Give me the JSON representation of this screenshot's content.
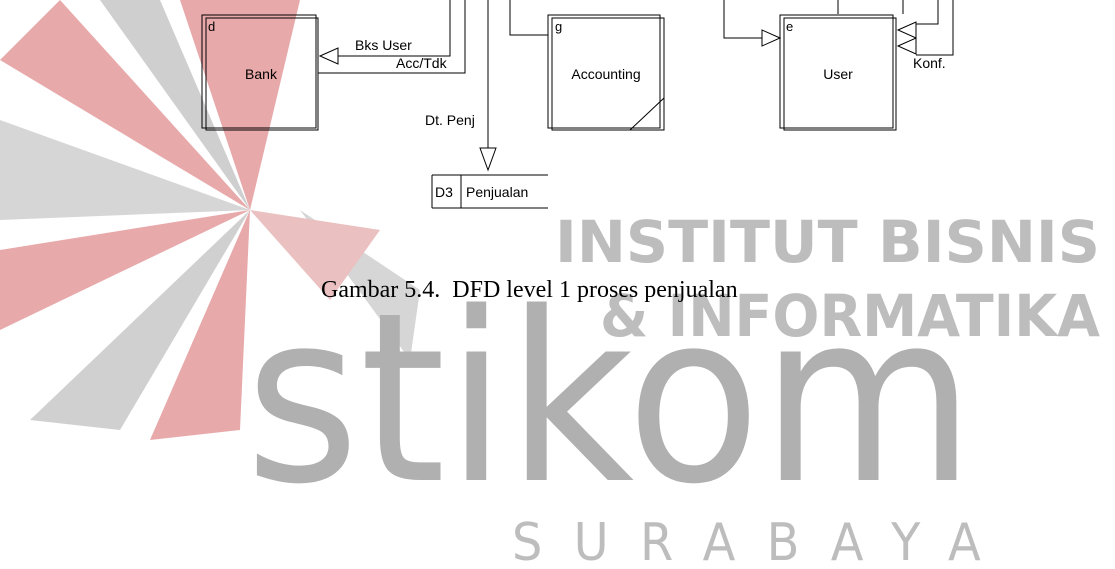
{
  "diagram": {
    "entities": [
      {
        "id": "d",
        "letter": "d",
        "name": "Bank"
      },
      {
        "id": "g",
        "letter": "g",
        "name": "Accounting"
      },
      {
        "id": "e",
        "letter": "e",
        "name": "User"
      }
    ],
    "datastore": {
      "code": "D3",
      "name": "Penjualan"
    },
    "flows": {
      "bks_user": "Bks User",
      "acc_tdk": "Acc/Tdk",
      "dt_penj": "Dt. Penj",
      "konf": "Konf."
    },
    "caption": "Gambar 5.4.  DFD level 1 proses penjualan"
  },
  "watermark": {
    "line1": "INSTITUT BISNIS",
    "line2": "& INFORMATIKA",
    "brand": "stikom",
    "city": "SURABAYA",
    "colors": {
      "red": "#e8a9aa",
      "gray": "#c6c6c6"
    }
  }
}
